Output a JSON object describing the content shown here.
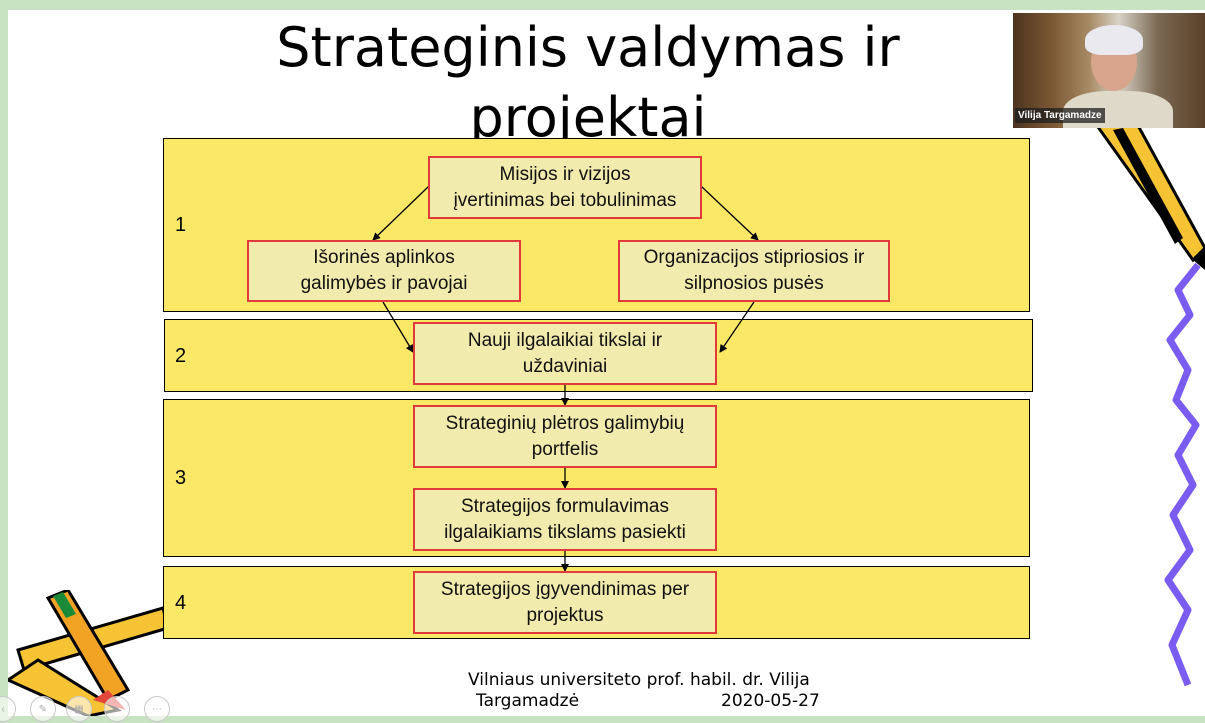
{
  "slide": {
    "title_lines": [
      "Strateginis valdymas ir",
      "projektai"
    ],
    "band_numbers": [
      "1",
      "2",
      "3",
      "4"
    ],
    "boxes": {
      "mission": [
        "Misijos ir vizijos",
        "įvertinimas bei tobulinimas"
      ],
      "external": [
        "Išorinės aplinkos",
        "galimybės ir pavojai"
      ],
      "organization": [
        "Organizacijos stipriosios ir",
        "silpnosios pusės"
      ],
      "goals": [
        "Nauji ilgalaikiai tikslai ir",
        "uždaviniai"
      ],
      "portfolio": [
        "Strateginių plėtros galimybių",
        "portfelis"
      ],
      "formulation": [
        "Strategijos formulavimas",
        "ilgalaikiams tikslams pasiekti"
      ],
      "implementation": [
        "Strategijos įgyvendinimas per",
        "projektus"
      ]
    },
    "footer": {
      "line1": "Vilniaus universiteto prof. habil. dr. Vilija",
      "line2_left": "Targamadzė",
      "line2_right": "2020-05-27"
    }
  },
  "webcam": {
    "participant_name": "Vilija Targamadze"
  },
  "colors": {
    "band_fill": "#fbe867",
    "box_fill": "#f1ebad",
    "box_border": "#e03a3a",
    "outer_background": "#c8e3c2"
  },
  "icons": [
    "pencil-clipart-icon",
    "squiggle-clipart-icon",
    "pen-toolbar-icon",
    "more-options-icon"
  ]
}
